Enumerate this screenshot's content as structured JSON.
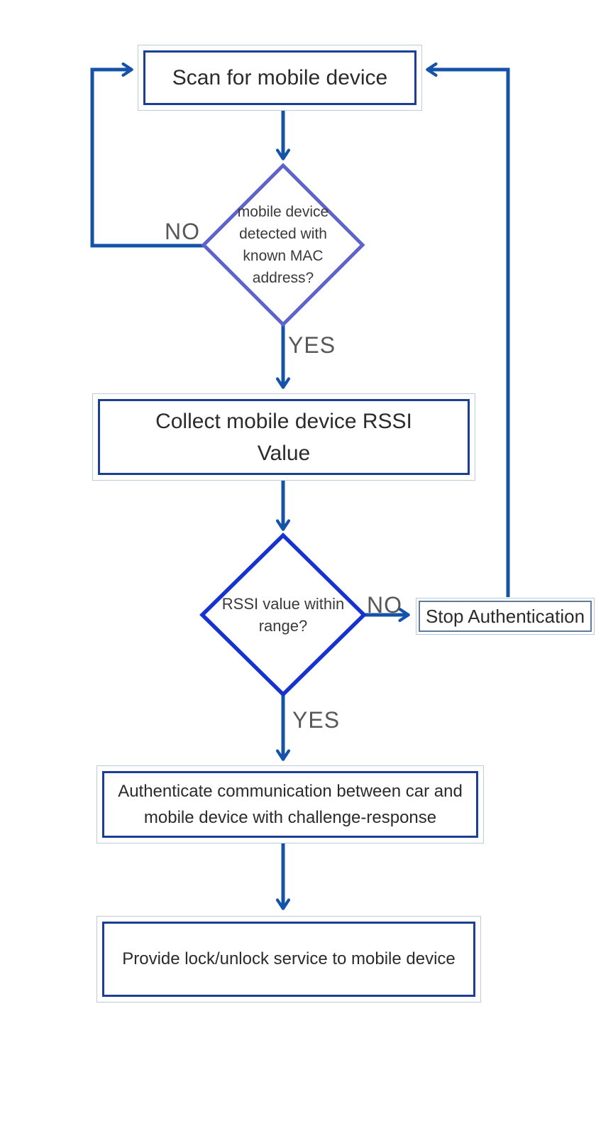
{
  "colors": {
    "arrow": "#1553a8",
    "decision1-border": "#5e62cb",
    "decision2-border": "#1733cf",
    "process-border": "#1b3f94",
    "frame-border": "#b9cbdc",
    "stop-border": "#5f7d99",
    "node-text": "#2b2b2b",
    "edge-label": "#585858",
    "background": "#ffffff"
  },
  "nodes": {
    "scan": {
      "label": "Scan for mobile device",
      "lines": [
        "Scan for mobile device"
      ]
    },
    "detect": {
      "label": "mobile device detected with known MAC address?",
      "lines": [
        "mobile device",
        "detected with",
        "known MAC",
        "address?"
      ]
    },
    "collect": {
      "label": "Collect mobile device RSSI Value",
      "lines": [
        "Collect mobile device RSSI",
        "Value"
      ]
    },
    "rssi": {
      "label": "RSSI value within range?",
      "lines": [
        "RSSI value within",
        "range?"
      ]
    },
    "stop": {
      "label": "Stop Authentication",
      "lines": [
        "Stop Authentication"
      ]
    },
    "authenticate": {
      "label": "Authenticate communication between car and mobile device with challenge-response",
      "lines": [
        "Authenticate communication between car and",
        "mobile device with challenge-response"
      ]
    },
    "provide": {
      "label": "Provide lock/unlock service to mobile device",
      "lines": [
        "Provide lock/unlock service to mobile device"
      ]
    }
  },
  "edge_labels": {
    "detect_no": "NO",
    "detect_yes": "YES",
    "rssi_no": "NO",
    "rssi_yes": "YES"
  }
}
